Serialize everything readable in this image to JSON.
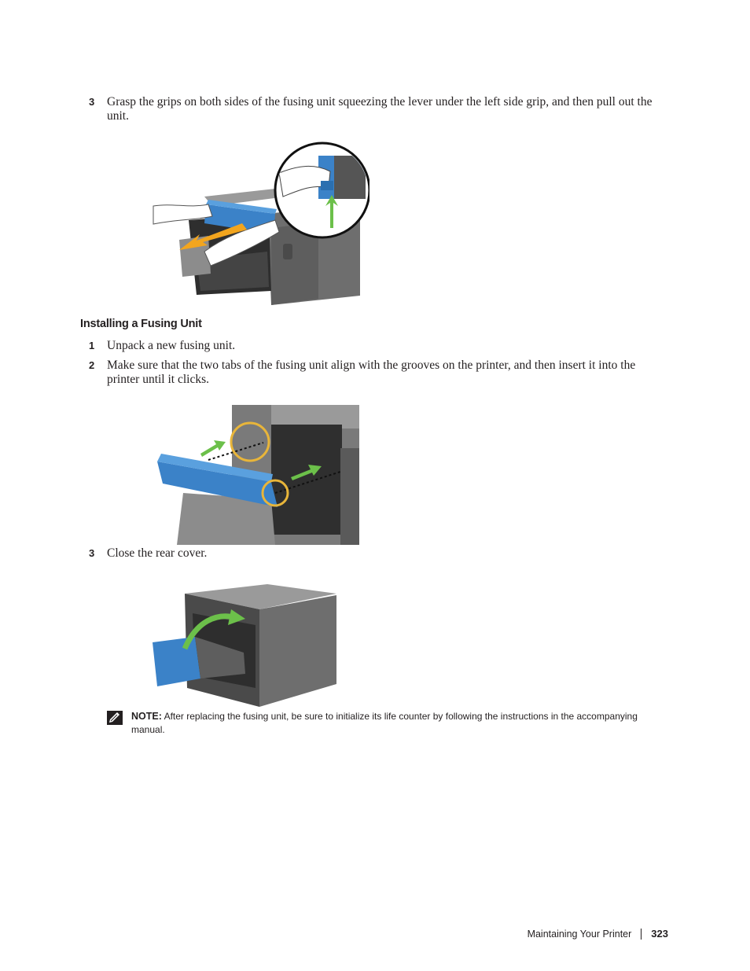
{
  "steps_removal": [
    {
      "num": "3",
      "text": "Grasp the grips on both sides of the fusing unit squeezing the lever under the left side grip, and then pull out the unit."
    }
  ],
  "section_heading": "Installing a Fusing Unit",
  "steps_install": [
    {
      "num": "1",
      "text": "Unpack a new fusing unit."
    },
    {
      "num": "2",
      "text": "Make sure that the two tabs of the fusing unit align with the grooves on the printer, and then insert it into the printer until it clicks."
    },
    {
      "num": "3",
      "text": "Close the rear cover."
    }
  ],
  "note": {
    "label": "NOTE:",
    "text": " After replacing the fusing unit, be sure to initialize its life counter by following the instructions in the accompanying manual.",
    "icon": "pencil-note-icon"
  },
  "footer": {
    "section": "Maintaining Your Printer",
    "page": "323"
  },
  "colors": {
    "printer_body": "#6e6e6e",
    "fuser_blue": "#3b82c8",
    "arrow_orange": "#f2a51e",
    "arrow_green": "#6cc04a",
    "highlight_gold": "#e8b53a"
  }
}
